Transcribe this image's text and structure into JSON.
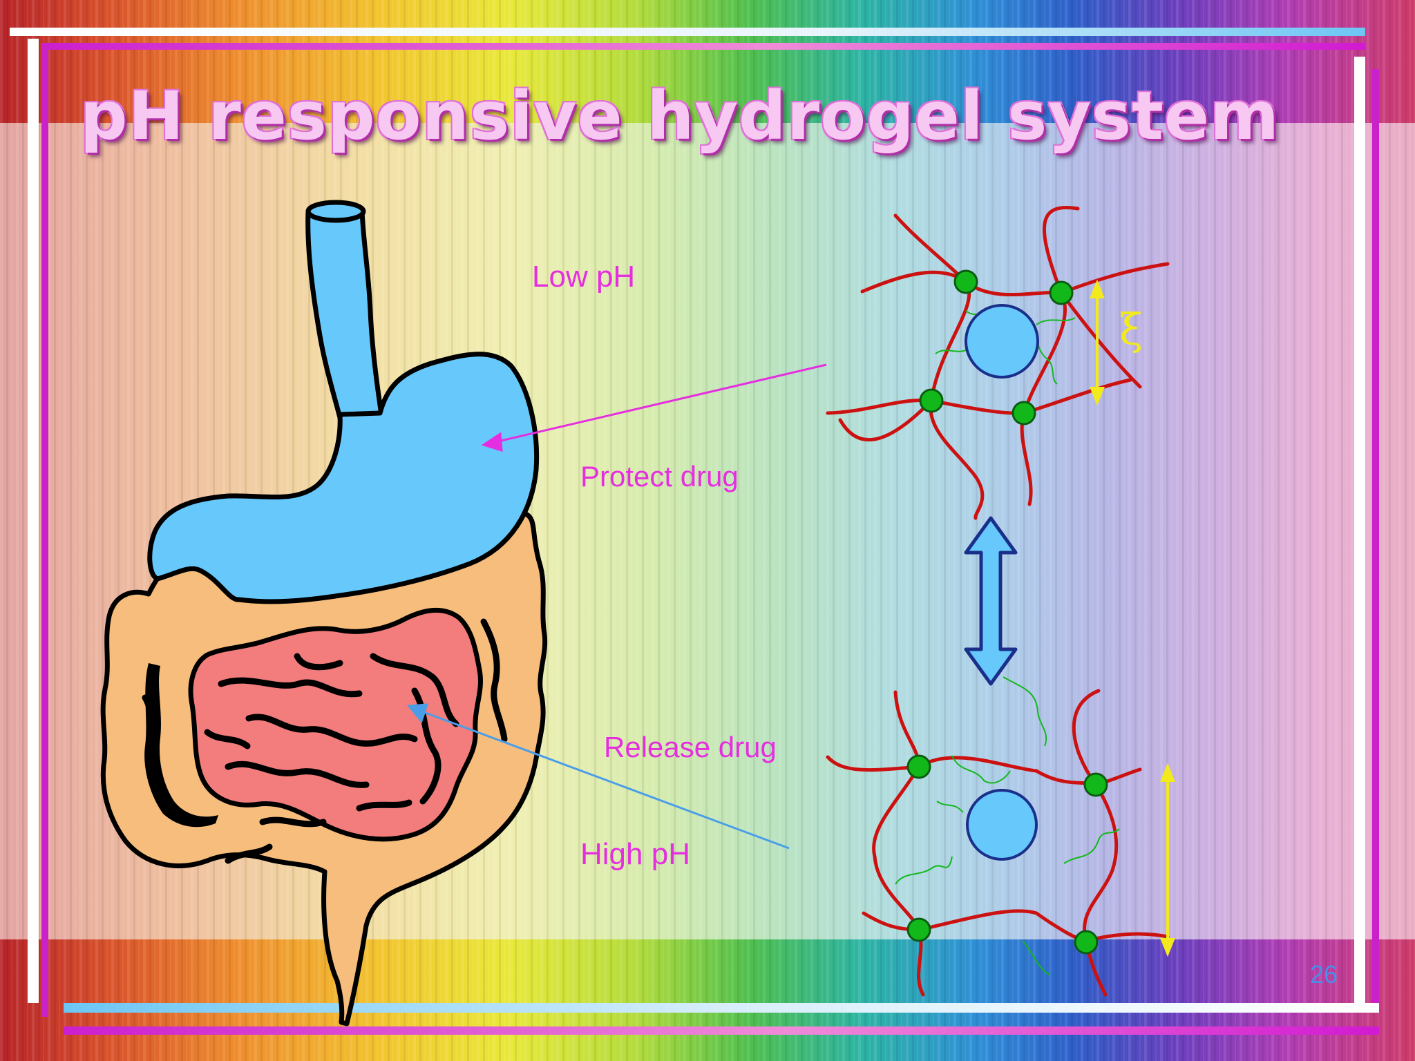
{
  "slide": {
    "title": "pH responsive hydrogel system",
    "labels": {
      "low_ph": "Low pH",
      "protect_drug": "Protect drug",
      "release_drug": "Release drug",
      "high_ph": "High pH"
    },
    "mesh_size_symbol": "ξ",
    "page_number": "26"
  },
  "colors": {
    "label": "#e52ee0",
    "stomach": "#66c8fb",
    "large_intestine": "#f7bd7c",
    "small_intestine": "#f37c7c",
    "polymer_chain": "#cc1111",
    "crosslink": "#12b81a",
    "drug": "#66c8fb",
    "mesh_arrow": "#f3ea1d",
    "pointer_low": "#e52ee0",
    "pointer_high": "#4a9ee8"
  },
  "icons": [
    "stomach-shape",
    "intestine-shape",
    "hydrogel-network-collapsed",
    "hydrogel-network-swollen",
    "double-arrow-icon"
  ]
}
